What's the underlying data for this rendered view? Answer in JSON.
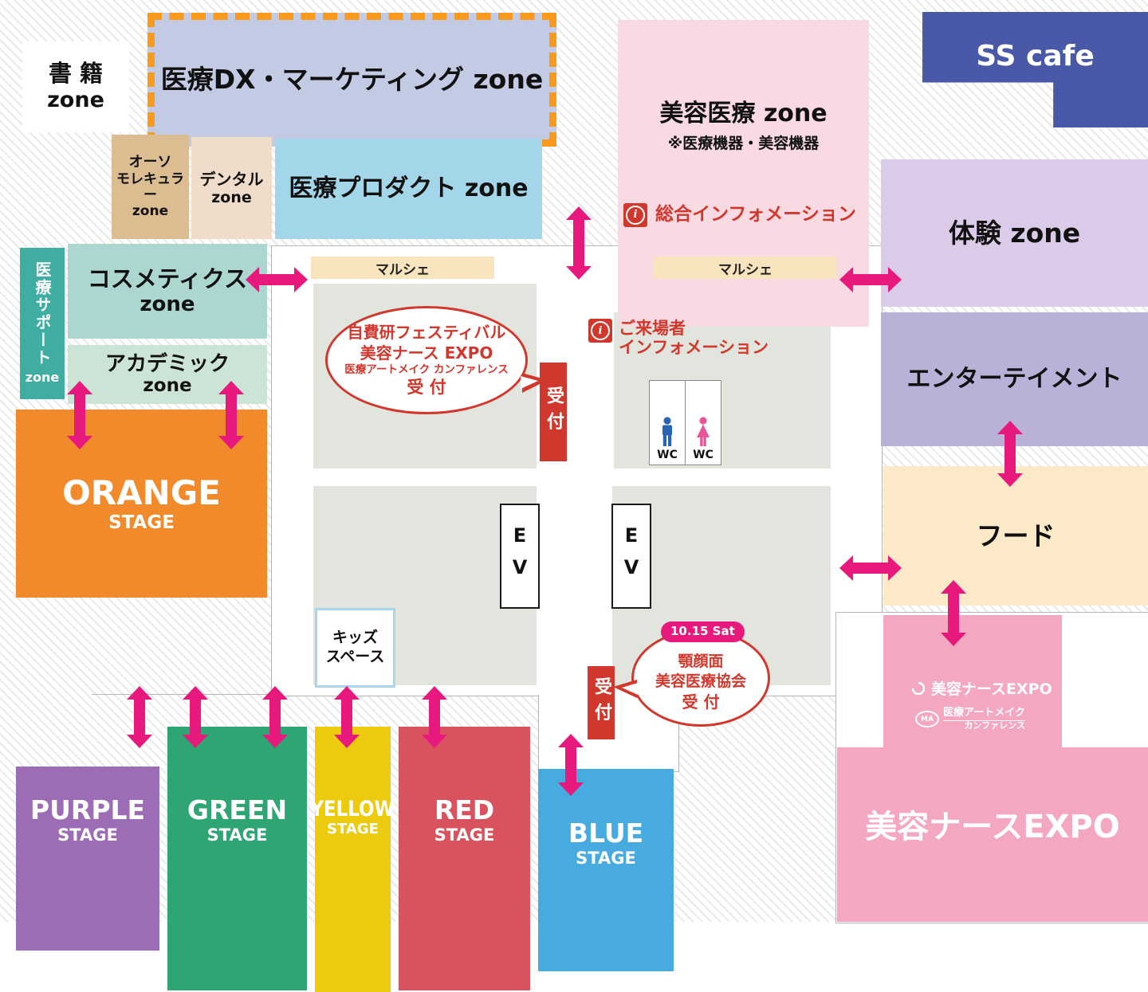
{
  "colors": {
    "arrow_pink": "#e8197d",
    "reception_red": "#d0382d",
    "dx_dash_orange": "#f79a1e",
    "hall_block_gray": "#e2e4de",
    "marche_cream": "#f9e5bd",
    "zone_dx_bg": "#c3cae4",
    "zone_ortho_bg": "#dcbd92",
    "zone_dental_bg": "#f0dcca",
    "zone_product_bg": "#a4d6e9",
    "zone_support_bg": "#40ada2",
    "zone_cosmetics_bg": "#abd7d0",
    "zone_academic_bg": "#cbe4d6",
    "zone_beauty_medical_bg": "#f9d9e2",
    "ss_cafe_bg": "#4a58a8",
    "zone_experience_bg": "#dccae9",
    "zone_entertainment_bg": "#bab1d8",
    "zone_food_bg": "#fbe9c8",
    "expo_pink_bg": "#f4a7c0",
    "stage_orange": "#f08a2a",
    "stage_purple": "#9c6cb5",
    "stage_green": "#2ea572",
    "stage_yellow": "#eccb0f",
    "stage_red": "#d9535f",
    "stage_blue": "#47abdf",
    "wc_male_blue": "#2a66b0",
    "wc_female_pink": "#e8559a"
  },
  "zones": {
    "books": {
      "line1": "書 籍",
      "line2": "zone"
    },
    "medical_dx": {
      "label": "医療DX・マーケティング zone"
    },
    "orthomolecular": {
      "line1": "オーソ",
      "line2": "モレキュラー",
      "line3": "zone"
    },
    "dental": {
      "line1": "デンタル",
      "line2": "zone"
    },
    "medical_product": {
      "label": "医療プロダクト zone"
    },
    "medical_support": {
      "label": "医療サポート",
      "suffix": "zone"
    },
    "cosmetics": {
      "line1": "コスメティクス",
      "line2": "zone"
    },
    "academic": {
      "line1": "アカデミック",
      "line2": "zone"
    },
    "beauty_medical": {
      "title": "美容医療 zone",
      "note": "※医療機器・美容機器"
    },
    "ss_cafe": {
      "label": "SS cafe"
    },
    "experience": {
      "label": "体験 zone"
    },
    "entertainment": {
      "label": "エンターテイメント"
    },
    "food": {
      "label": "フード"
    },
    "beauty_nurse_expo": {
      "title": "美容ナースEXPO",
      "logo_expo": "美容ナースEXPO",
      "logo_artmake_line1": "医療アートメイク",
      "logo_artmake_line2": "カンファレンス"
    }
  },
  "stages": {
    "orange": {
      "name": "ORANGE",
      "type": "STAGE"
    },
    "purple": {
      "name": "PURPLE",
      "type": "STAGE"
    },
    "green": {
      "name": "GREEN",
      "type": "STAGE"
    },
    "yellow": {
      "name": "YELLOW",
      "type": "STAGE"
    },
    "red": {
      "name": "RED",
      "type": "STAGE"
    },
    "blue": {
      "name": "BLUE",
      "type": "STAGE"
    }
  },
  "facilities": {
    "marche_left": "マルシェ",
    "marche_right": "マルシェ",
    "general_information": "総合インフォメーション",
    "visitor_information": {
      "line1": "ご来場者",
      "line2": "インフォメーション"
    },
    "reception_main": "受付",
    "reception_jaw": "受付",
    "elevator_1": "EV",
    "elevator_2": "EV",
    "wc_male_label": "WC",
    "wc_female_label": "WC",
    "kids_space": {
      "line1": "キッズ",
      "line2": "スペース"
    }
  },
  "callouts": {
    "main_reception": {
      "line1": "自費研フェスティバル",
      "line2": "美容ナース EXPO",
      "line3": "医療アートメイク カンファレンス",
      "line4": "受 付"
    },
    "jaw_reception": {
      "badge": "10.15 Sat",
      "line1": "顎顔面",
      "line2": "美容医療協会",
      "line3": "受 付"
    }
  },
  "icons": {
    "info_glyph": "i",
    "cma_mark": "MA"
  }
}
